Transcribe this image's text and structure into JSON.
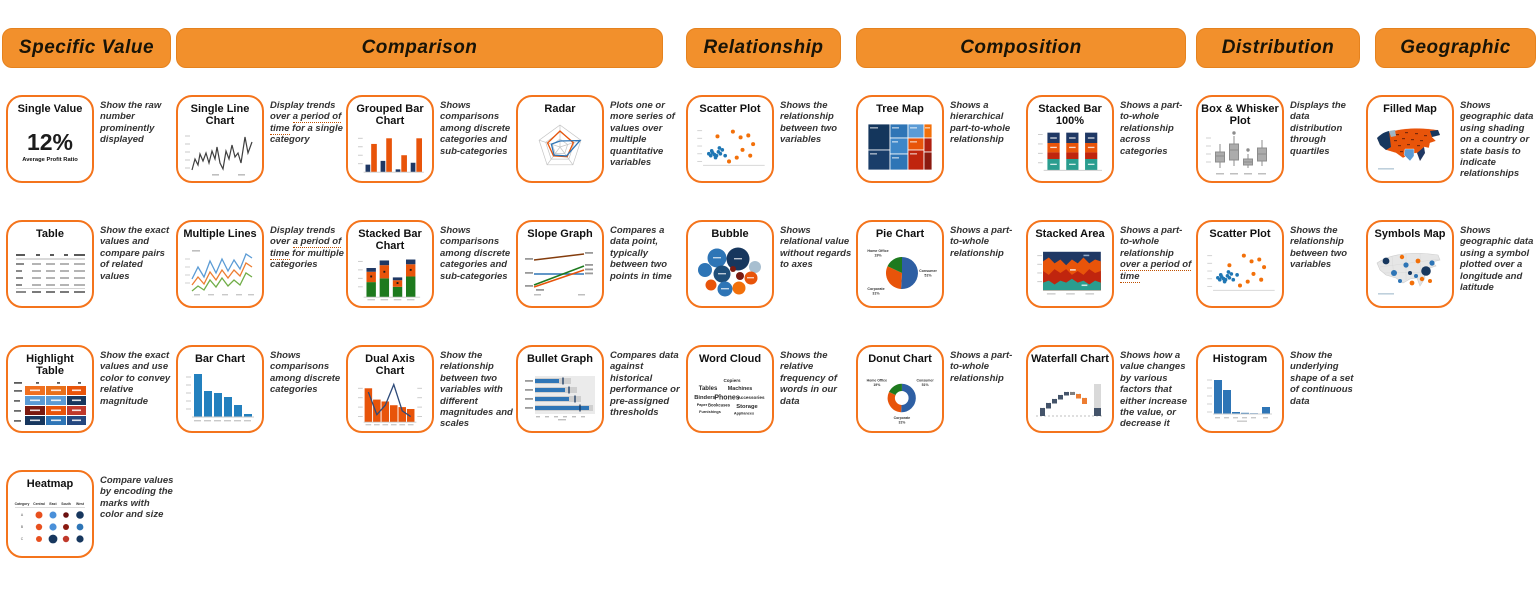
{
  "palette": {
    "header_orange": "#F2902C",
    "card_border_orange": "#F4741C",
    "chart_orange": "#E8540A",
    "navy": "#1F3864",
    "dark_navy": "#17375E",
    "blue": "#2E75B6",
    "light_blue": "#5B9BD5",
    "tableau_blue": "#2380BE",
    "green": "#1E7A1E",
    "teal": "#2A9D8F",
    "red": "#C0250E",
    "dark_red": "#7B1A10",
    "gray": "#BFBFBF"
  },
  "categories": [
    {
      "label": "Specific Value",
      "columns": [
        {
          "cards": [
            {
              "title": "Single Value",
              "desc": "Show the raw number prominently displayed",
              "value": "12%",
              "caption": "Average Profit Ratio"
            },
            {
              "title": "Table",
              "desc": "Show the exact values and compare pairs of related values"
            },
            {
              "title": "Highlight Table",
              "desc": "Show the exact values and use color to convey relative magnitude"
            },
            {
              "title": "Heatmap",
              "desc": "Compare values by encoding the marks with color and size",
              "cols": [
                "Category",
                "Central",
                "East",
                "South",
                "West"
              ],
              "rows": [
                "A",
                "B",
                "C"
              ]
            }
          ]
        }
      ]
    },
    {
      "label": "Comparison",
      "columns": [
        {
          "cards": [
            {
              "title": "Single Line Chart",
              "desc": "Display trends over a period of time for a single category",
              "underline": "a period of time"
            },
            {
              "title": "Multiple Lines",
              "desc": "Display trends over a period of time for multiple categories",
              "underline": "a period of time"
            },
            {
              "title": "Bar Chart",
              "desc": "Shows comparisons among discrete categories"
            }
          ]
        },
        {
          "cards": [
            {
              "title": "Grouped Bar Chart",
              "desc": "Shows comparisons among discrete categories and sub-categories"
            },
            {
              "title": "Stacked Bar Chart",
              "desc": "Shows comparisons among discrete categories and sub-categories"
            },
            {
              "title": "Dual Axis Chart",
              "desc": "Show the relationship between two variables with different magnitudes and scales"
            }
          ]
        },
        {
          "cards": [
            {
              "title": "Radar",
              "desc": "Plots one or more series of values over multiple quantitative variables"
            },
            {
              "title": "Slope Graph",
              "desc": "Compares a data point, typically between two points in time"
            },
            {
              "title": "Bullet Graph",
              "desc": "Compares data against historical performance or pre-assigned thresholds"
            }
          ]
        }
      ]
    },
    {
      "label": "Relationship",
      "columns": [
        {
          "cards": [
            {
              "title": "Scatter Plot",
              "desc": "Shows the relationship between two variables"
            },
            {
              "title": "Bubble",
              "desc": "Shows relational value without regards to axes"
            },
            {
              "title": "Word Cloud",
              "desc": "Shows the relative frequency of words in our data",
              "words": [
                "Copiers",
                "Tables",
                "Machines",
                "Binders",
                "Phones",
                "Accessories",
                "Paper",
                "Bookcases",
                "Storage",
                "Furnishings",
                "Appliances"
              ]
            }
          ]
        }
      ]
    },
    {
      "label": "Composition",
      "columns": [
        {
          "cards": [
            {
              "title": "Tree Map",
              "desc": "Shows a hierarchical part-to-whole relationship"
            },
            {
              "title": "Pie Chart",
              "desc": "Shows a part-to-whole relationship",
              "labels": [
                {
                  "name": "Home Office",
                  "pct": "19%"
                },
                {
                  "name": "Consumer",
                  "pct": "51%"
                },
                {
                  "name": "Corporate",
                  "pct": "31%"
                }
              ]
            },
            {
              "title": "Donut Chart",
              "desc": "Shows a part-to-whole relationship",
              "labels": [
                {
                  "name": "Home Office",
                  "pct": "19%"
                },
                {
                  "name": "Consumer",
                  "pct": "51%"
                },
                {
                  "name": "Corporate",
                  "pct": "31%"
                }
              ]
            }
          ]
        },
        {
          "cards": [
            {
              "title": "Stacked Bar 100%",
              "desc": "Shows a part-to-whole relationship across categories"
            },
            {
              "title": "Stacked Area",
              "desc": "Shows a part-to-whole relationship over a period of time",
              "underline": "over a period of time"
            },
            {
              "title": "Waterfall Chart",
              "desc": "Shows how a value changes by various factors that either increase the value, or decrease it"
            }
          ]
        }
      ]
    },
    {
      "label": "Distribution",
      "columns": [
        {
          "cards": [
            {
              "title": "Box & Whisker Plot",
              "desc": "Displays the data distribution through quartiles"
            },
            {
              "title": "Scatter Plot",
              "desc": "Shows the relationship between two variables"
            },
            {
              "title": "Histogram",
              "desc": "Show the underlying shape of a set of continuous data"
            }
          ]
        }
      ]
    },
    {
      "label": "Geographic",
      "columns": [
        {
          "cards": [
            {
              "title": "Filled Map",
              "desc": "Shows geographic data using shading on a country or state basis to indicate relationships"
            },
            {
              "title": "Symbols Map",
              "desc": "Shows geographic data using a symbol plotted over a longitude and latitude"
            }
          ]
        }
      ]
    }
  ]
}
